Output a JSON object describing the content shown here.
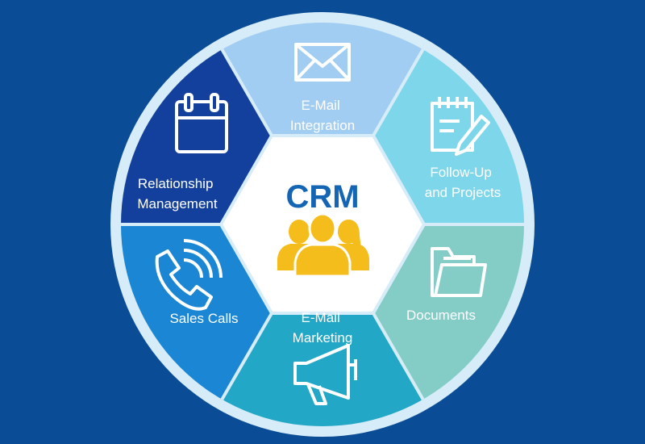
{
  "title": "CRM",
  "colors": {
    "background": "#0a4c95",
    "ring": "#d6ecf8",
    "center": "#ffffff",
    "title": "#1565b5",
    "people": "#f5bd1c"
  },
  "segments": [
    {
      "id": "email-integration",
      "lines": [
        "E-Mail",
        "Integration"
      ],
      "color": "#a2cdf2",
      "icon": "envelope-icon"
    },
    {
      "id": "follow-up",
      "lines": [
        "Follow-Up",
        "and Projects"
      ],
      "color": "#7ed6ea",
      "icon": "notepad-pencil-icon"
    },
    {
      "id": "documents",
      "lines": [
        "Documents"
      ],
      "color": "#84ccc6",
      "icon": "folder-icon"
    },
    {
      "id": "email-marketing",
      "lines": [
        "E-Mail",
        "Marketing"
      ],
      "color": "#22a7c6",
      "icon": "megaphone-icon"
    },
    {
      "id": "sales-calls",
      "lines": [
        "Sales Calls"
      ],
      "color": "#1a86d4",
      "icon": "phone-icon"
    },
    {
      "id": "relationship",
      "lines": [
        "Relationship",
        "Management"
      ],
      "color": "#13409c",
      "icon": "calendar-icon"
    }
  ],
  "center_icon": "people-group-icon"
}
